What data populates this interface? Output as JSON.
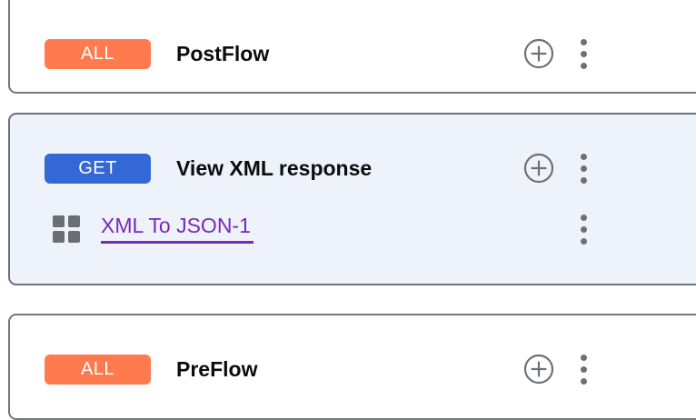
{
  "flows": [
    {
      "id": "postflow",
      "badge": {
        "label": "ALL",
        "color": "#ff7a4f"
      },
      "title": "PostFlow",
      "selected": false,
      "add_icon": "plus-circle-icon",
      "menu_icon": "kebab-menu-icon",
      "children": []
    },
    {
      "id": "view-xml-response",
      "badge": {
        "label": "GET",
        "color": "#3368d6"
      },
      "title": "View XML response",
      "selected": true,
      "selected_background": "#eef2fb",
      "add_icon": "plus-circle-icon",
      "menu_icon": "kebab-menu-icon",
      "children": [
        {
          "id": "xml-to-json-1",
          "icon": "policy-grid-icon",
          "label": "XML To JSON-1",
          "link_color": "#7a28bd",
          "menu_icon": "kebab-menu-icon"
        }
      ]
    },
    {
      "id": "preflow",
      "badge": {
        "label": "ALL",
        "color": "#ff7a4f"
      },
      "title": "PreFlow",
      "selected": false,
      "add_icon": "plus-circle-icon",
      "menu_icon": "kebab-menu-icon",
      "children": []
    }
  ],
  "theme": {
    "card_border": "#757679",
    "card_background": "#ffffff",
    "icon_gray": "#6e7079",
    "title_color": "#0c0c0c"
  }
}
